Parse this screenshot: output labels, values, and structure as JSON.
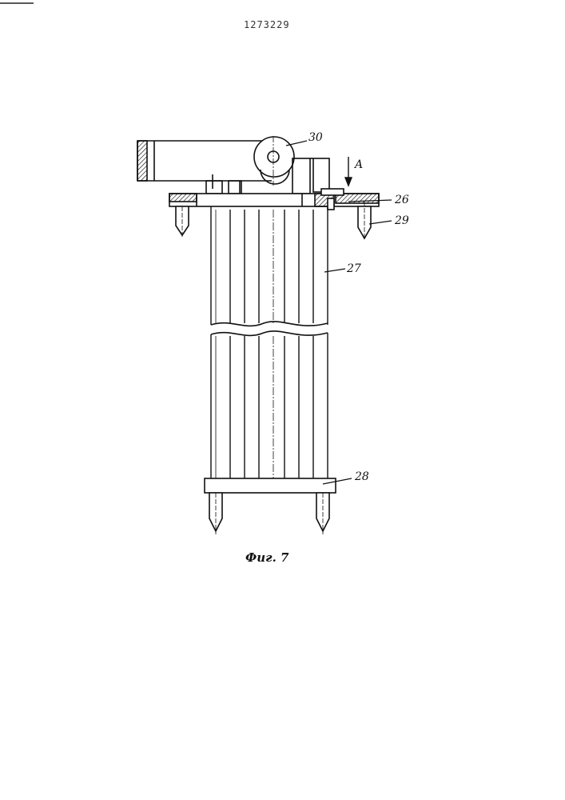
{
  "header": {
    "patent_number": "1273229"
  },
  "labels": {
    "l30": "30",
    "lA": "A",
    "l26": "26",
    "l29": "29",
    "l27": "27",
    "l28": "28"
  },
  "caption": "Фиг. 7",
  "colors": {
    "ink": "#111111",
    "paper": "#ffffff"
  }
}
